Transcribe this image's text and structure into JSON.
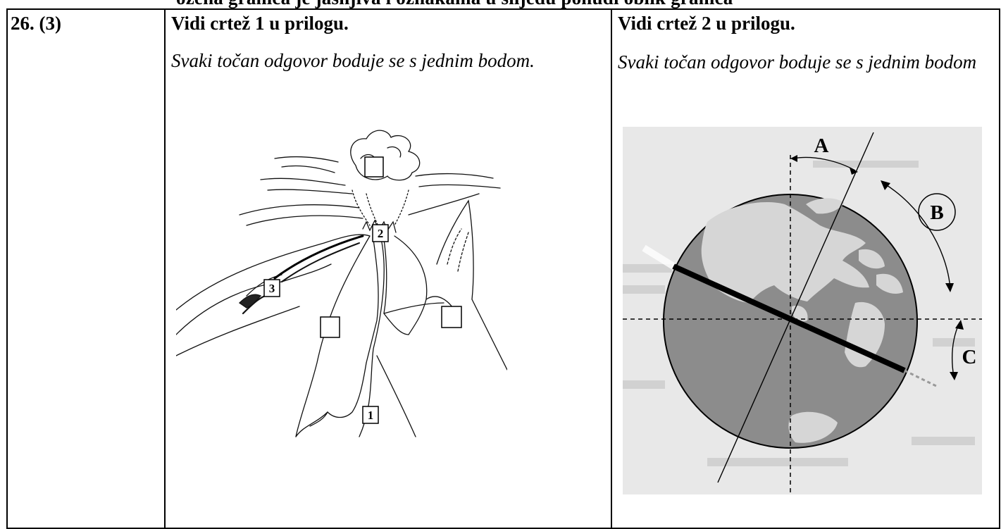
{
  "top_fragment": "ožena granica je jasnjiva i oznakama u slijedu ponudi oblik granica",
  "question": {
    "number": "26. (3)",
    "left_panel": {
      "heading": "Vidi crtež 1 u prilogu.",
      "note": "Svaki točan odgovor boduje se s jednim bodom."
    },
    "right_panel": {
      "heading": "Vidi crtež 2 u prilogu.",
      "note": "Svaki točan odgovor boduje se s jednim bodom"
    }
  },
  "volcano_figure": {
    "boxes": [
      "",
      "2",
      "3",
      "",
      "",
      "1"
    ]
  },
  "earth_figure": {
    "labels": [
      "A",
      "B",
      "C"
    ]
  }
}
